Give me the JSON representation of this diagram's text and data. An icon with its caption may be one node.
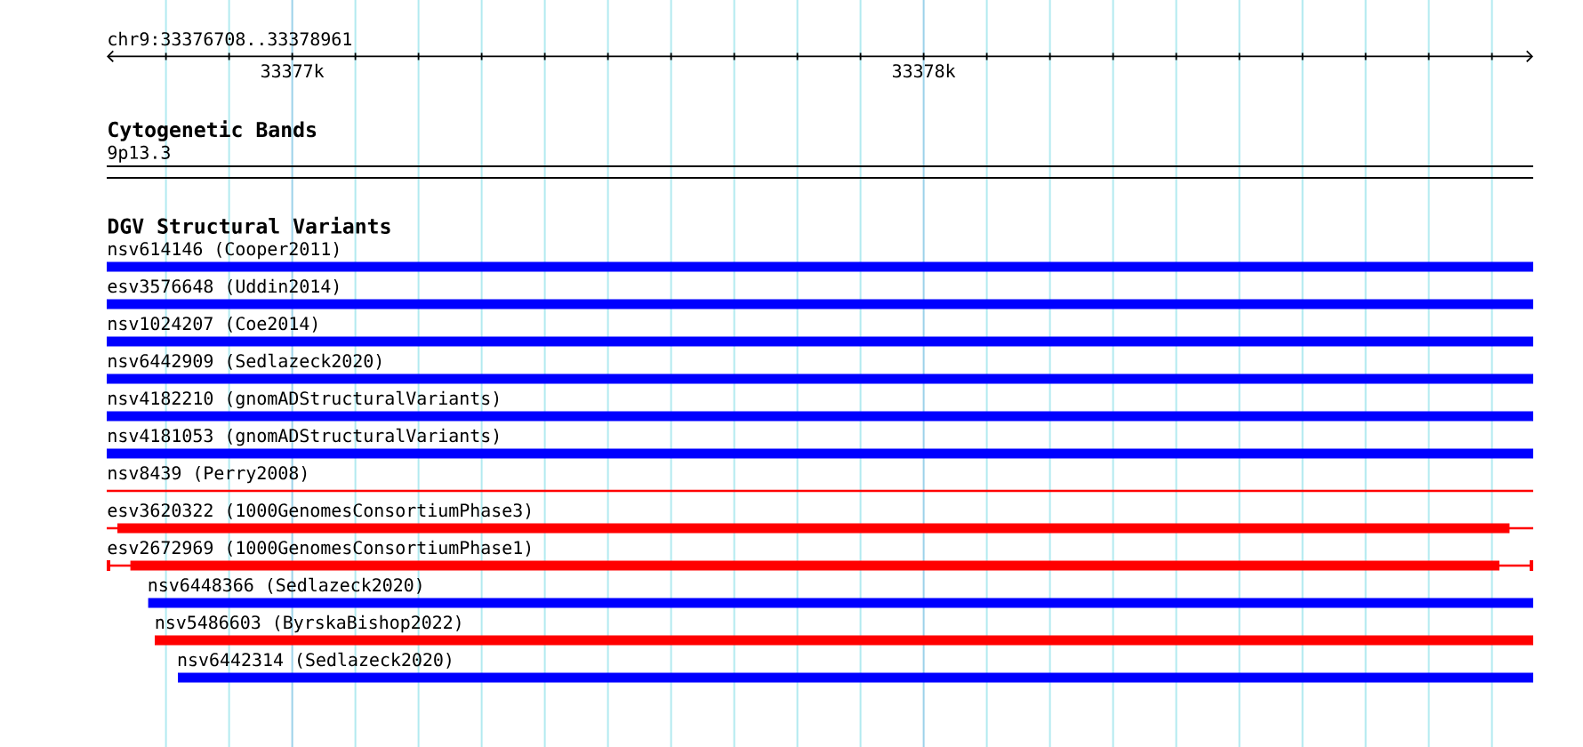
{
  "diagram": {
    "nodes": [
      {
        "text": [
          "9p13.3"
        ]
      },
      {
        "text": [
          "nsv614146 (Cooper2011)"
        ]
      },
      {
        "text": [
          "esv3576648 (Uddin2014)"
        ]
      },
      {
        "text": [
          "nsv1024207 (Coe2014)"
        ]
      },
      {
        "text": [
          "nsv6442909 (Sedlazeck2020)"
        ]
      },
      {
        "text": [
          "nsv4182210 (gnomADStructuralVariants)"
        ]
      },
      {
        "text": [
          "nsv4181053 (gnomADStructuralVariants)"
        ]
      },
      {
        "text": [
          "nsv8439 (Perry2008)"
        ]
      },
      {
        "text": [
          "esv3620322 (1000GenomesConsortiumPhase3)"
        ]
      },
      {
        "text": [
          "esv2672969 (1000GenomesConsortiumPhase1)"
        ]
      },
      {
        "text": [
          "nsv6448366 (Sedlazeck2020)"
        ]
      },
      {
        "text": [
          "nsv5486603 (ByrskaBishop2022)"
        ]
      },
      {
        "text": [
          "nsv6442314 (Sedlazeck2020)"
        ]
      }
    ],
    "labels": [
      "chr9:33376708..33378961",
      "33377k",
      "33378k",
      "Cytogenetic Bands",
      "DGV Structural Variants"
    ]
  }
}
